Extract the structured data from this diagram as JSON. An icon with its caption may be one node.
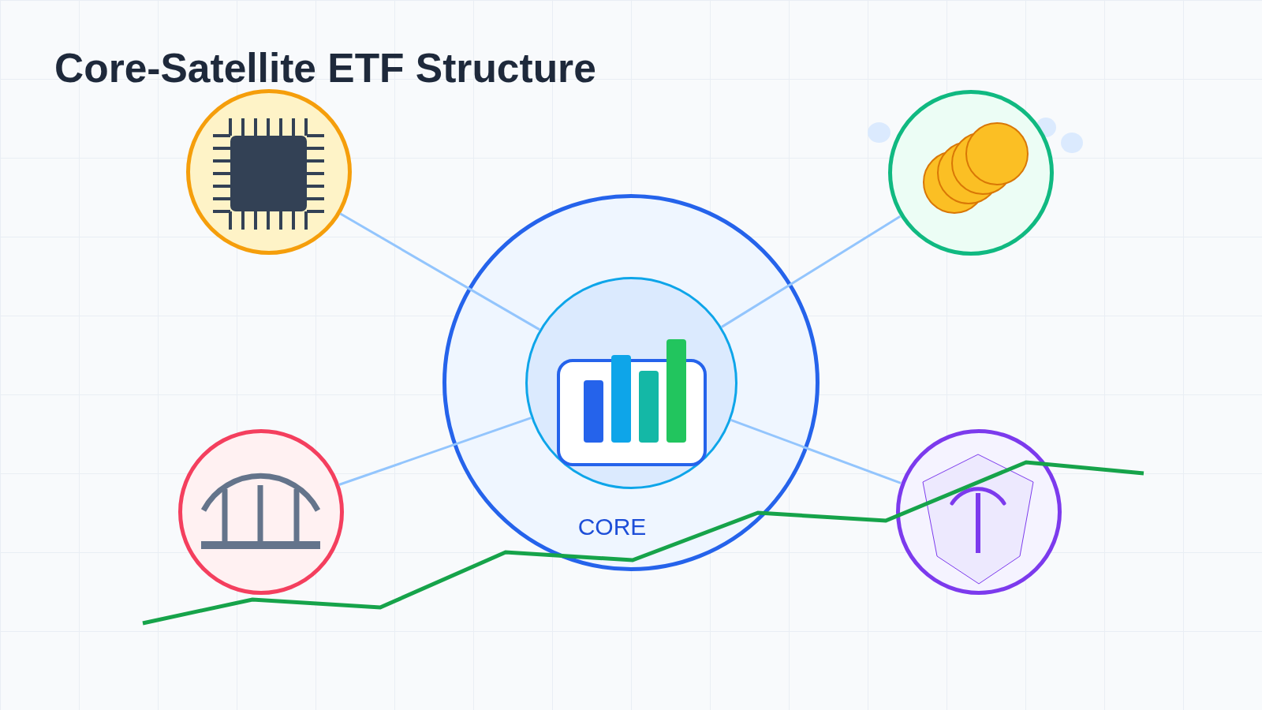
{
  "diagram": {
    "title": "Core-Satellite ETF Structure",
    "nodes": [
      {
        "text": [],
        "shape": "circle"
      },
      {
        "text": [],
        "shape": "circle"
      },
      {
        "text": [
          "CORE"
        ]
      },
      {
        "text": [],
        "shape": "circle",
        "in": 2
      },
      {
        "text": [],
        "shape": "circle"
      },
      {
        "text": [],
        "shape": "circle"
      }
    ],
    "edges": [
      {
        "from": 3,
        "to": 0,
        "arrow": "none"
      },
      {
        "from": 3,
        "to": 1,
        "arrow": "none"
      },
      {
        "from": 3,
        "to": 4,
        "arrow": "none"
      },
      {
        "from": 3,
        "to": 5,
        "arrow": "none"
      }
    ]
  }
}
